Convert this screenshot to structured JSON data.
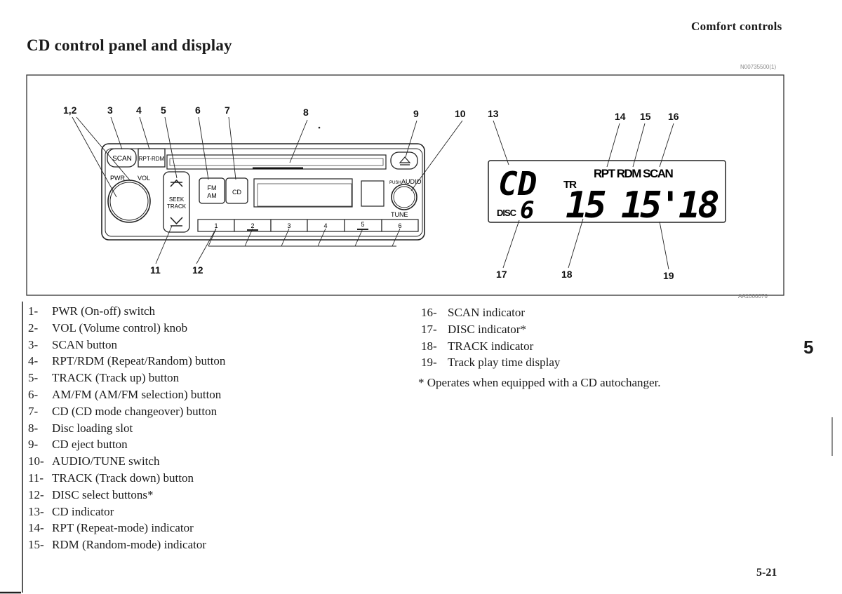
{
  "header": {
    "section": "Comfort controls",
    "title": "CD control panel and display"
  },
  "figure": {
    "code_top": "N00735500(1)",
    "code_bottom": "AA1000076",
    "callouts": [
      "1,2",
      "3",
      "4",
      "5",
      "6",
      "7",
      "8",
      "9",
      "10",
      "13",
      "14",
      "15",
      "16",
      "11",
      "12",
      "17",
      "18",
      "19"
    ],
    "panel_labels": {
      "scan": "SCAN",
      "rpt_rdm": "RPT-RDM",
      "pwr": "PWR",
      "vol": "VOL",
      "seek": "SEEK",
      "track": "TRACK",
      "fm": "FM",
      "am": "AM",
      "cd": "CD",
      "push": "PUSH",
      "audio": "AUDIO",
      "tune": "TUNE"
    },
    "disc_buttons": [
      "1",
      "2",
      "3",
      "4",
      "5",
      "6"
    ],
    "display": {
      "cd": "CD",
      "tr": "TR",
      "rpt_rdm_scan": "RPT RDM SCAN",
      "disc": "DISC",
      "disc_number": "6",
      "track": "15",
      "time": "15'18"
    }
  },
  "legend": [
    {
      "num": "1-",
      "text": "PWR (On-off) switch"
    },
    {
      "num": "2-",
      "text": "VOL (Volume control) knob"
    },
    {
      "num": "3-",
      "text": "SCAN button"
    },
    {
      "num": "4-",
      "text": "RPT/RDM (Repeat/Random) button"
    },
    {
      "num": "5-",
      "text": "TRACK (Track up) button"
    },
    {
      "num": "6-",
      "text": "AM/FM (AM/FM selection) button"
    },
    {
      "num": "7-",
      "text": "CD (CD mode changeover) button"
    },
    {
      "num": "8-",
      "text": "Disc loading slot"
    },
    {
      "num": "9-",
      "text": "CD eject button"
    },
    {
      "num": "10-",
      "text": "AUDIO/TUNE switch"
    },
    {
      "num": "11-",
      "text": "TRACK (Track down) button"
    },
    {
      "num": "12-",
      "text": "DISC select buttons*"
    },
    {
      "num": "13-",
      "text": "CD indicator"
    },
    {
      "num": "14-",
      "text": "RPT (Repeat-mode) indicator"
    },
    {
      "num": "15-",
      "text": "RDM (Random-mode) indicator"
    },
    {
      "num": "16-",
      "text": "SCAN indicator"
    },
    {
      "num": "17-",
      "text": "DISC indicator*"
    },
    {
      "num": "18-",
      "text": "TRACK indicator"
    },
    {
      "num": "19-",
      "text": "Track play time display"
    }
  ],
  "footnote": "* Operates when equipped with a CD autochanger.",
  "chapter": "5",
  "page_number": "5-21"
}
